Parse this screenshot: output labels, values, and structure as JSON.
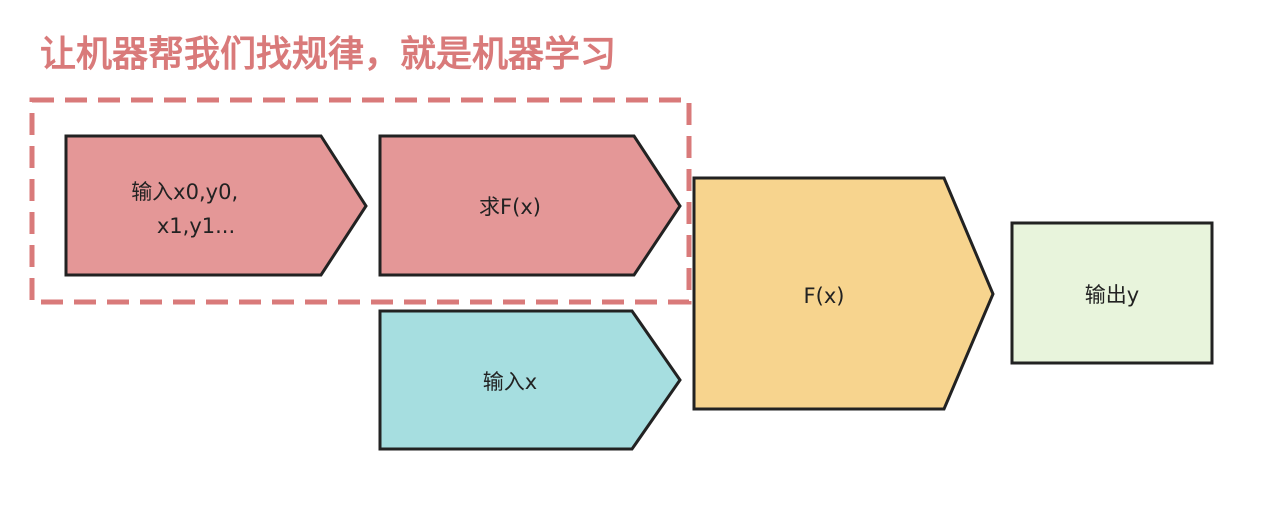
{
  "heading": {
    "text": "让机器帮我们找规律，就是机器学习",
    "color": "#D97A7A"
  },
  "group": {
    "name": "learning-group",
    "border_color": "#D97A7A",
    "style": "dashed"
  },
  "nodes": [
    {
      "id": "input-training-data",
      "shape": "pentagon-arrow",
      "lines": [
        "输入x0,y0,",
        "x1,y1..."
      ],
      "fill": "#E49797",
      "stroke": "#222222"
    },
    {
      "id": "find-fx",
      "shape": "pentagon-arrow",
      "lines": [
        "求F(x)"
      ],
      "fill": "#E49797",
      "stroke": "#222222"
    },
    {
      "id": "input-x",
      "shape": "pentagon-arrow",
      "lines": [
        "输入x"
      ],
      "fill": "#A6DEE0",
      "stroke": "#222222"
    },
    {
      "id": "fx",
      "shape": "pentagon-arrow",
      "lines": [
        "F(x)"
      ],
      "fill": "#F7D48E",
      "stroke": "#222222"
    },
    {
      "id": "output-y",
      "shape": "rectangle",
      "lines": [
        "输出y"
      ],
      "fill": "#E8F4DC",
      "stroke": "#222222"
    }
  ],
  "text_color": "#222222"
}
